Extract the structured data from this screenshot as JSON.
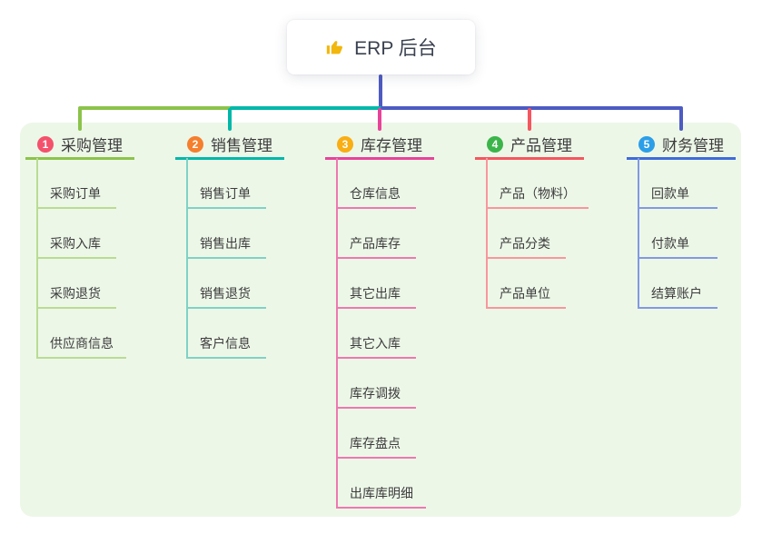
{
  "root": {
    "label": "ERP 后台",
    "icon": "thumbs-up-icon",
    "icon_color": "#f2b70c"
  },
  "connectors": {
    "trunk_color": "#4d5bc3",
    "segment_colors": [
      "#8bc34a",
      "#00b8a9",
      "#4d5bc3"
    ]
  },
  "panel": {
    "background": "#edf7e8"
  },
  "branches": [
    {
      "num": "1",
      "label": "采购管理",
      "badge_color": "#f4516c",
      "line_color": "#8bc34a",
      "sub_line_color": "#b9dc92",
      "drop_color": "#8bc34a",
      "children": [
        "采购订单",
        "采购入库",
        "采购退货",
        "供应商信息"
      ]
    },
    {
      "num": "2",
      "label": "销售管理",
      "badge_color": "#f57f2d",
      "line_color": "#00b8a9",
      "sub_line_color": "#7fd2c6",
      "drop_color": "#00b8a9",
      "children": [
        "销售订单",
        "销售出库",
        "销售退货",
        "客户信息"
      ]
    },
    {
      "num": "3",
      "label": "库存管理",
      "badge_color": "#f9ae13",
      "line_color": "#e8439a",
      "sub_line_color": "#ee78b1",
      "drop_color": "#e8439a",
      "children": [
        "仓库信息",
        "产品库存",
        "其它出库",
        "其它入库",
        "库存调拨",
        "库存盘点",
        "出库库明细"
      ]
    },
    {
      "num": "4",
      "label": "产品管理",
      "badge_color": "#3bb54a",
      "line_color": "#f5565f",
      "sub_line_color": "#f9969c",
      "drop_color": "#f5565f",
      "children": [
        "产品（物料）",
        "产品分类",
        "产品单位"
      ]
    },
    {
      "num": "5",
      "label": "财务管理",
      "badge_color": "#2b9fe8",
      "line_color": "#3e6bdb",
      "sub_line_color": "#8199e4",
      "drop_color": "#4d5bc3",
      "children": [
        "回款单",
        "付款单",
        "结算账户"
      ]
    }
  ]
}
